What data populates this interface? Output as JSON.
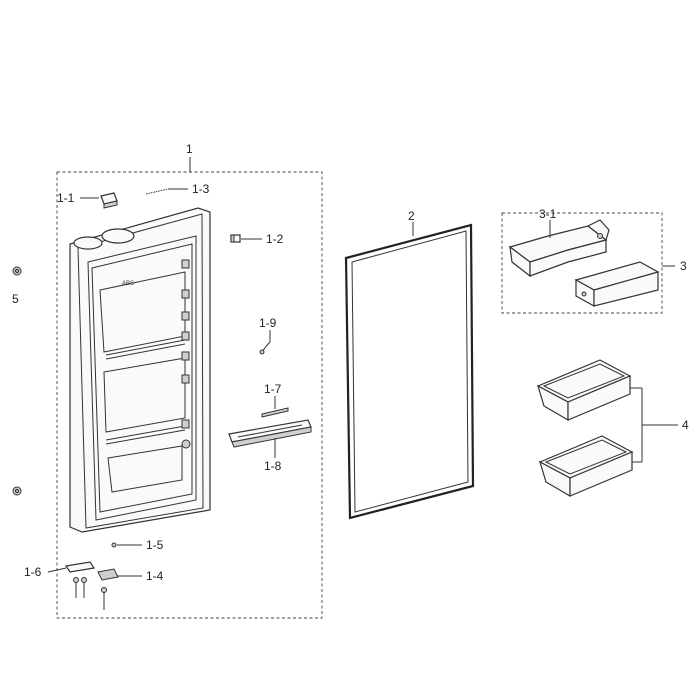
{
  "labels": {
    "door_assembly": "1",
    "part_1_1": "1-1",
    "part_1_2": "1-2",
    "part_1_3": "1-3",
    "part_1_4": "1-4",
    "part_1_5": "1-5",
    "part_1_6": "1-6",
    "part_1_7": "1-7",
    "part_1_8": "1-8",
    "part_1_9": "1-9",
    "gasket": "2",
    "guard_assembly": "3",
    "part_3_1": "3-1",
    "bins": "4",
    "hinge_pin": "5"
  },
  "door_marking": "ABS"
}
